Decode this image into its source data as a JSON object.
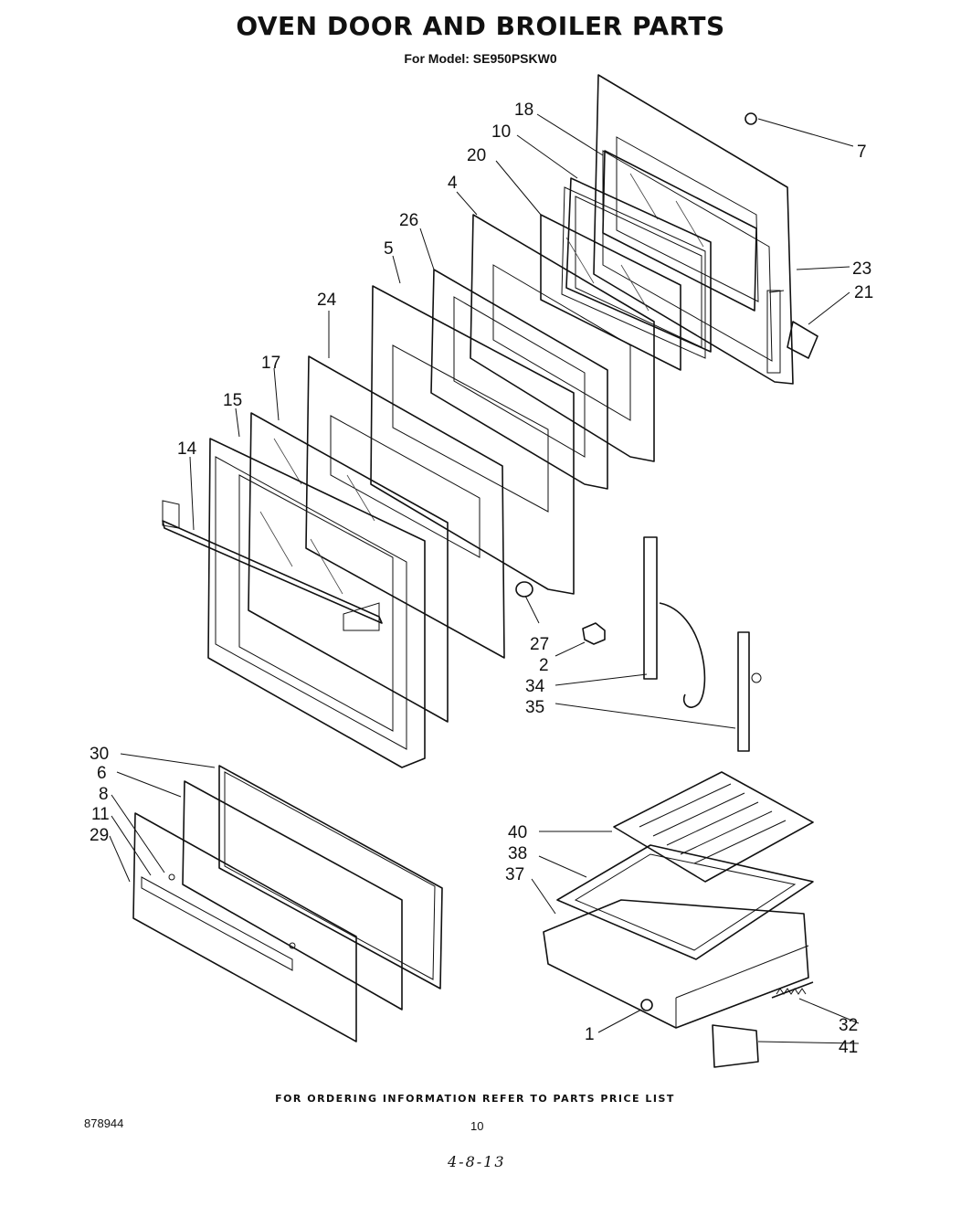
{
  "header": {
    "title": "OVEN DOOR AND BROILER PARTS",
    "subtitle": "For Model: SE950PSKW0"
  },
  "callouts": [
    {
      "id": "18",
      "label": "18"
    },
    {
      "id": "10",
      "label": "10"
    },
    {
      "id": "20",
      "label": "20"
    },
    {
      "id": "7",
      "label": "7"
    },
    {
      "id": "4",
      "label": "4"
    },
    {
      "id": "26",
      "label": "26"
    },
    {
      "id": "5",
      "label": "5"
    },
    {
      "id": "23",
      "label": "23"
    },
    {
      "id": "21",
      "label": "21"
    },
    {
      "id": "24",
      "label": "24"
    },
    {
      "id": "17",
      "label": "17"
    },
    {
      "id": "15",
      "label": "15"
    },
    {
      "id": "14",
      "label": "14"
    },
    {
      "id": "27",
      "label": "27"
    },
    {
      "id": "2",
      "label": "2"
    },
    {
      "id": "34",
      "label": "34"
    },
    {
      "id": "35",
      "label": "35"
    },
    {
      "id": "30",
      "label": "30"
    },
    {
      "id": "6",
      "label": "6"
    },
    {
      "id": "8",
      "label": "8"
    },
    {
      "id": "11",
      "label": "11"
    },
    {
      "id": "29",
      "label": "29"
    },
    {
      "id": "40",
      "label": "40"
    },
    {
      "id": "38",
      "label": "38"
    },
    {
      "id": "37",
      "label": "37"
    },
    {
      "id": "32",
      "label": "32"
    },
    {
      "id": "1",
      "label": "1"
    },
    {
      "id": "41",
      "label": "41"
    }
  ],
  "footer": {
    "ordering_note": "FOR ORDERING INFORMATION REFER TO PARTS PRICE LIST",
    "doc_number": "878944",
    "page_number": "10",
    "handwritten": "4-8-13"
  }
}
